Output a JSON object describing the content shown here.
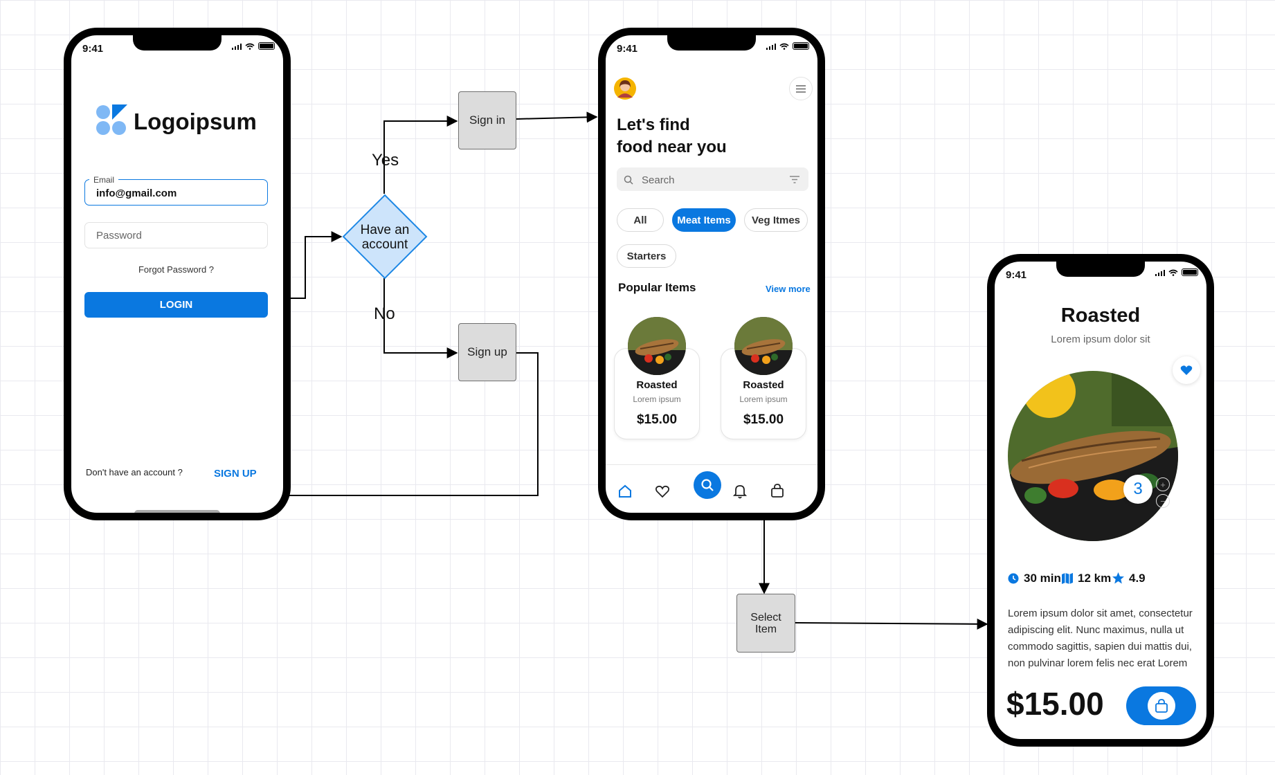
{
  "colors": {
    "accent": "#0a78e0",
    "flow_box": "#dcdcdc",
    "decision": "#cde4fb",
    "decision_border": "#1e88e5",
    "text": "#111111"
  },
  "status": {
    "time": "9:41"
  },
  "login_screen": {
    "logo_text": "Logoipsum",
    "email_label": "Email",
    "email_value": "info@gmail.com",
    "password_placeholder": "Password",
    "forgot_password": "Forgot Password ?",
    "login_button": "LOGIN",
    "no_account": "Don't have an account ?",
    "sign_up_link": "SIGN UP"
  },
  "flowchart": {
    "decision": "Have an account",
    "yes_label": "Yes",
    "no_label": "No",
    "sign_in": "Sign in",
    "sign_up": "Sign up",
    "select_item": "Select Item"
  },
  "home_screen": {
    "heading_line1": "Let's find",
    "heading_line2": "food near you",
    "search_placeholder": "Search",
    "filters": [
      "All",
      "Meat Items",
      "Veg Itmes",
      "Starters"
    ],
    "active_filter": "Meat Items",
    "section_title": "Popular Items",
    "view_more": "View more",
    "items": [
      {
        "title": "Roasted",
        "subtitle": "Lorem ipsum",
        "price": "$15.00"
      },
      {
        "title": "Roasted",
        "subtitle": "Lorem ipsum",
        "price": "$15.00"
      }
    ],
    "nav_icons": [
      "home-icon",
      "heart-icon",
      "search-icon",
      "bell-icon",
      "bag-icon"
    ]
  },
  "detail_screen": {
    "title": "Roasted",
    "subtitle": "Lorem ipsum dolor sit",
    "quantity": "3",
    "time": "30 min",
    "distance": "12 km",
    "rating": "4.9",
    "description": "Lorem ipsum dolor sit amet, consectetur adipiscing elit. Nunc maximus, nulla ut commodo sagittis, sapien dui mattis dui, non pulvinar lorem felis nec erat Lorem",
    "price": "$15.00"
  }
}
